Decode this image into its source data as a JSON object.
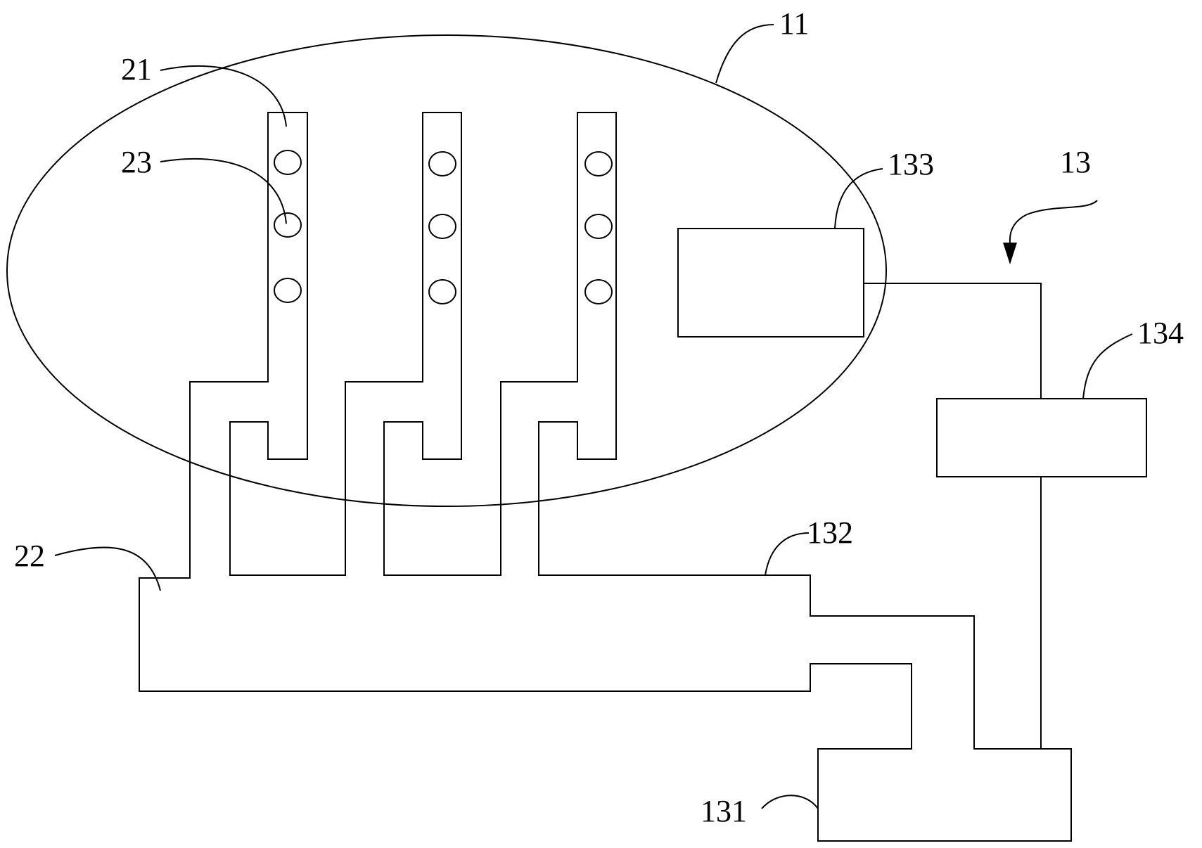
{
  "diagram": {
    "labels": {
      "ref_11": "11",
      "ref_13": "13",
      "ref_21": "21",
      "ref_22": "22",
      "ref_23": "23",
      "ref_131": "131",
      "ref_132": "132",
      "ref_133": "133",
      "ref_134": "134"
    },
    "colors": {
      "line": "#000000",
      "background": "#ffffff"
    }
  }
}
